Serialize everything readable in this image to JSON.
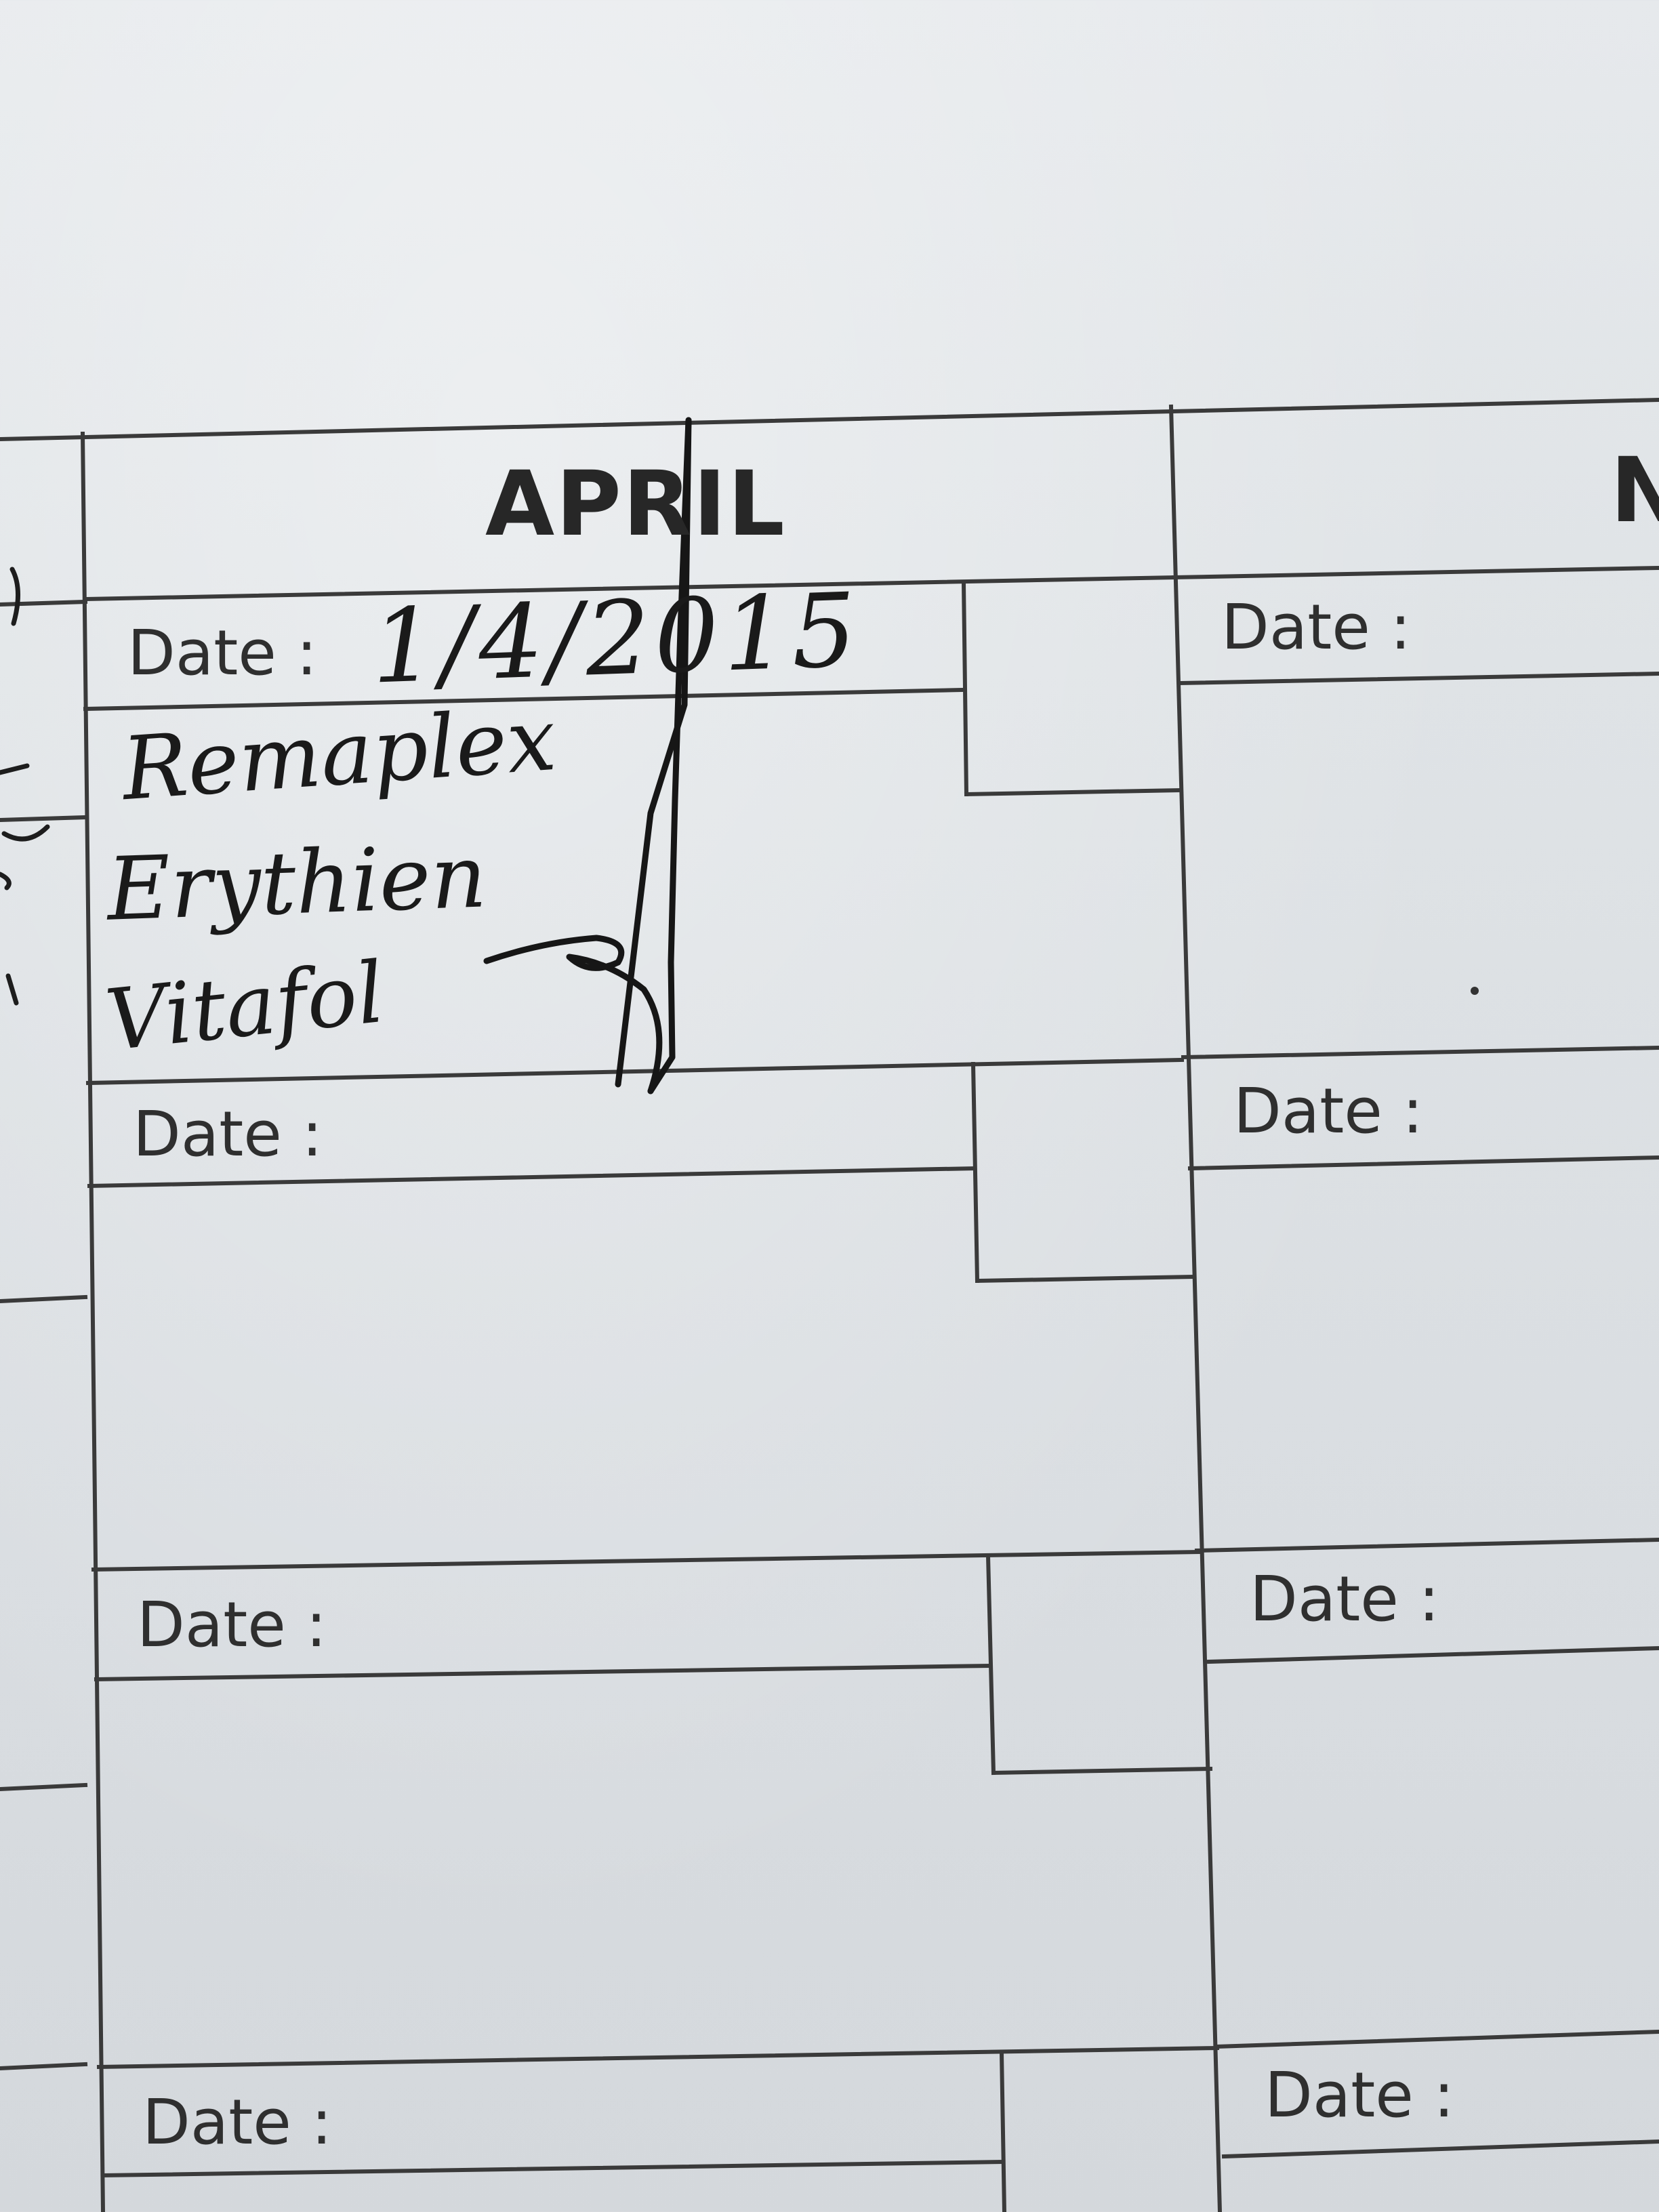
{
  "month_header": "APRIL",
  "next_month_header_partial": "N",
  "date_label": "Date :",
  "entries": [
    {
      "date_handwritten": "1/4/2015",
      "notes_handwritten": [
        "Remaplex",
        "Erythien",
        "Vitafol"
      ]
    }
  ],
  "signature_note": "handwritten signature stroke",
  "colors": {
    "ink": "#1a1a1a",
    "print": "#2f2f2f",
    "paper": "#dfe3e6"
  }
}
